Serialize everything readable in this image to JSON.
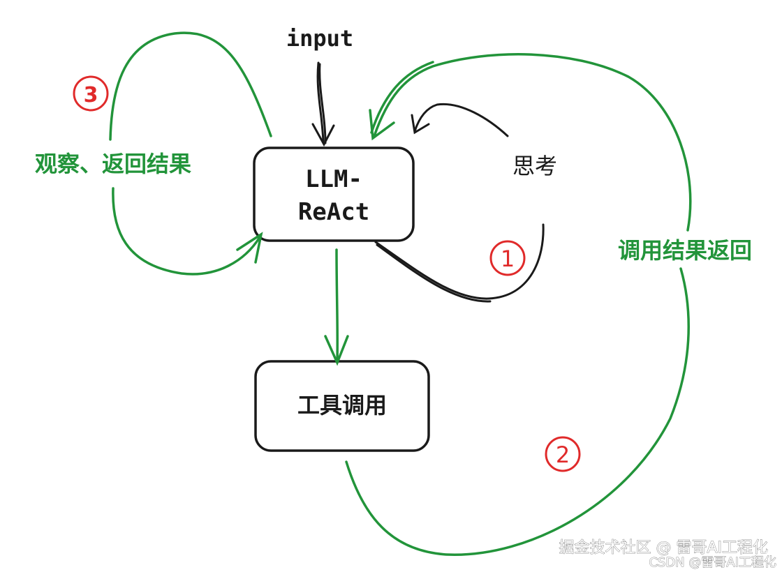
{
  "nodes": {
    "llm": {
      "line1": "LLM-",
      "line2": "ReAct"
    },
    "tool": {
      "label": "工具调用"
    }
  },
  "labels": {
    "input": "input",
    "think": "思考",
    "observe": "观察、返回结果",
    "result_return": "调用结果返回"
  },
  "steps": {
    "one": "1",
    "two": "2",
    "three": "3"
  },
  "watermark": {
    "line1": "掘金技术社区 @ 雷哥AI工程化",
    "line2": "CSDN @雷哥AI工程化"
  },
  "colors": {
    "ink": "#1a1a1a",
    "green": "#22943a",
    "red": "#e02a2a"
  }
}
